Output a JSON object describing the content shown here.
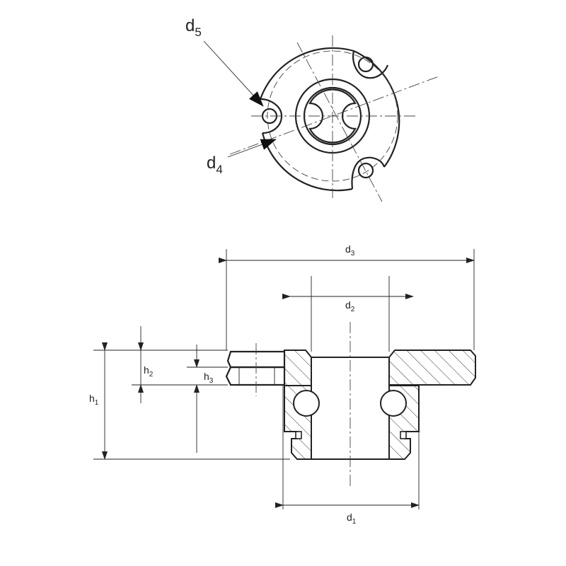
{
  "labels": {
    "d5": {
      "main": "d",
      "sub": "5"
    },
    "d4": {
      "main": "d",
      "sub": "4"
    },
    "d3": {
      "main": "d",
      "sub": "3"
    },
    "d2": {
      "main": "d",
      "sub": "2"
    },
    "d1": {
      "main": "d",
      "sub": "1"
    },
    "h1": {
      "main": "h",
      "sub": "1"
    },
    "h2": {
      "main": "h",
      "sub": "2"
    },
    "h3": {
      "main": "h",
      "sub": "3"
    }
  },
  "colors": {
    "line": "#222222",
    "background": "#ffffff"
  }
}
